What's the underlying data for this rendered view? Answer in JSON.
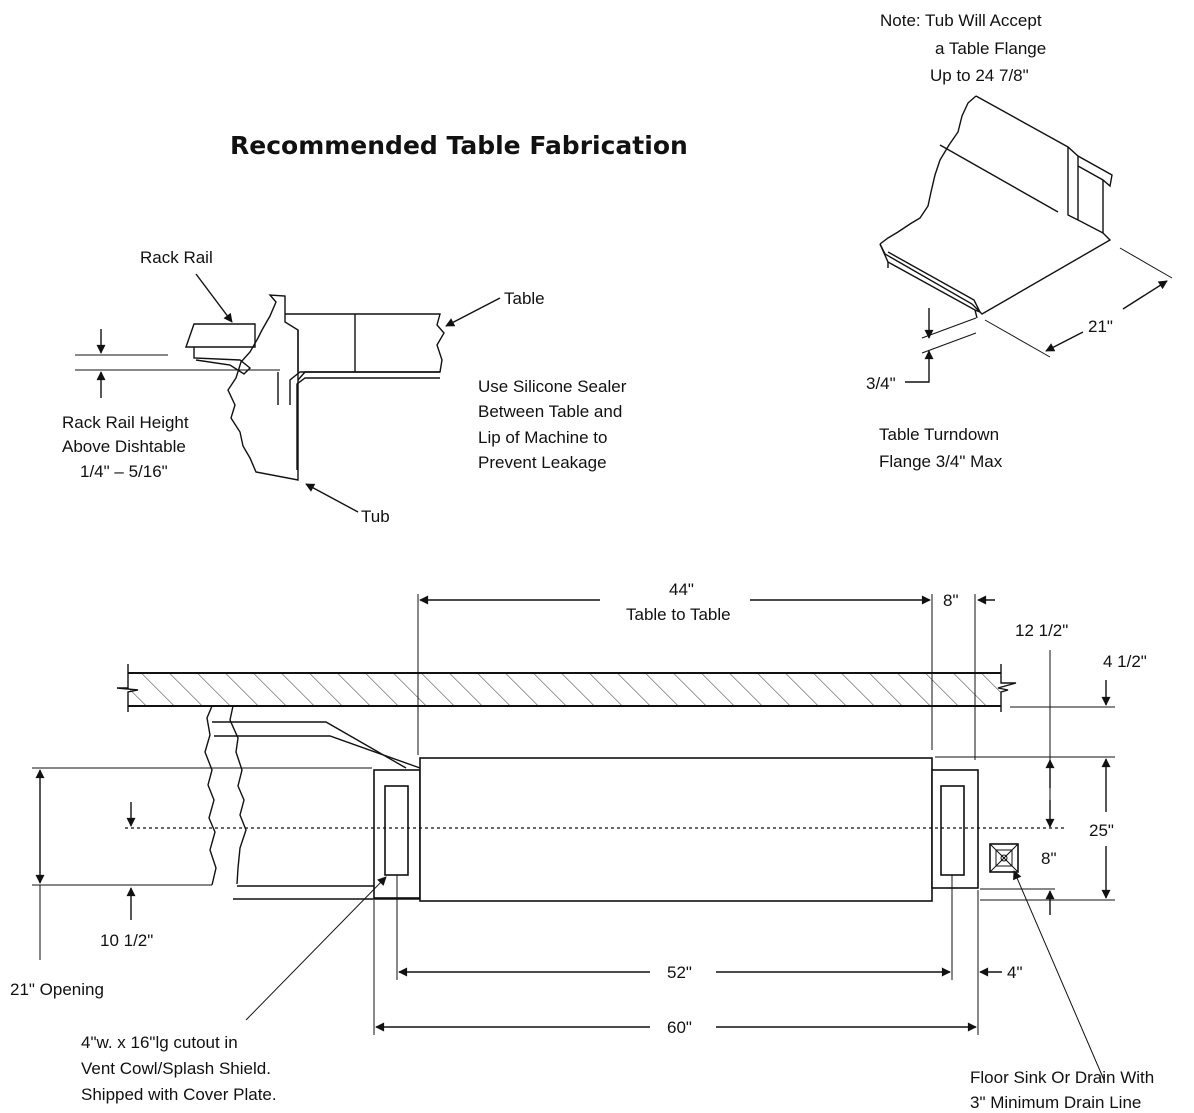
{
  "title": "Recommended Table Fabrication",
  "note": [
    "Note: Tub Will Accept",
    "a Table Flange",
    "Up to 24 7/8\""
  ],
  "detail_left": {
    "rack_rail": "Rack Rail",
    "table": "Table",
    "tub": "Tub",
    "rail_height": [
      "Rack Rail Height",
      "Above Dishtable",
      "1/4\" – 5/16\""
    ],
    "sealer": [
      "Use Silicone Sealer",
      "Between Table and",
      "Lip of Machine to",
      "Prevent Leakage"
    ]
  },
  "detail_right": {
    "dim_21": "21\"",
    "dim_34": "3/4\"",
    "turndown": [
      "Table Turndown",
      "Flange 3/4\" Max"
    ]
  },
  "plan": {
    "dim_44": "44\"",
    "table_to_table": "Table to Table",
    "dim_8_top": "8\"",
    "dim_12_5": "12 1/2\"",
    "dim_4_5": "4 1/2\"",
    "dim_25": "25\"",
    "dim_8_side": "8\"",
    "dim_10_5": "10 1/2\"",
    "opening": "21\" Opening",
    "dim_52": "52\"",
    "dim_4": "4\"",
    "dim_60": "60\"",
    "cutout": [
      "4\"w. x 16\"lg cutout in",
      "Vent Cowl/Splash Shield.",
      "Shipped with Cover Plate."
    ],
    "drain": [
      "Floor Sink Or Drain With",
      "3\" Minimum Drain Line"
    ]
  }
}
